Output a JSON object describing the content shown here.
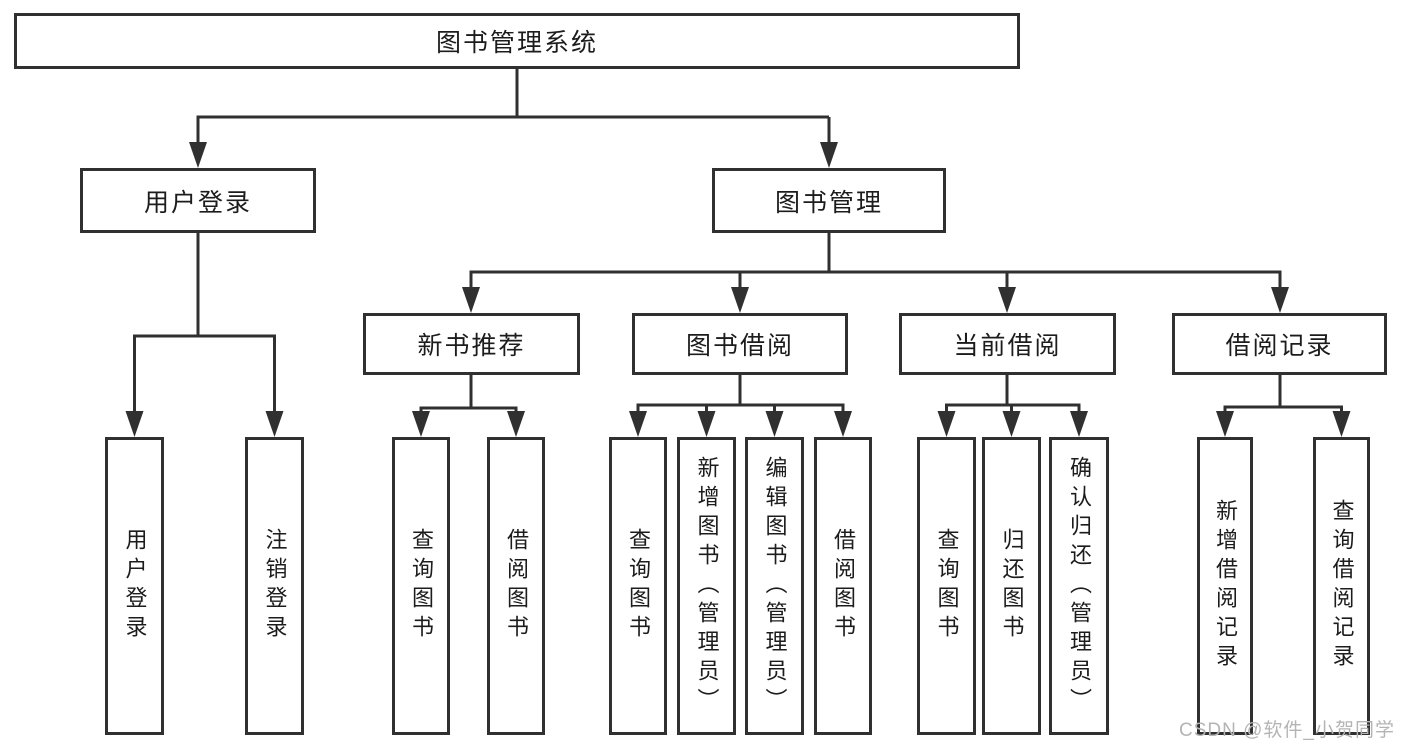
{
  "diagram": {
    "type": "hierarchy",
    "tree": {
      "label": "图书管理系统",
      "children": [
        {
          "label": "用户登录",
          "children": [
            {
              "label": "用户登录"
            },
            {
              "label": "注销登录"
            }
          ]
        },
        {
          "label": "图书管理",
          "children": [
            {
              "label": "新书推荐",
              "children": [
                {
                  "label": "查询图书"
                },
                {
                  "label": "借阅图书"
                }
              ]
            },
            {
              "label": "图书借阅",
              "children": [
                {
                  "label": "查询图书"
                },
                {
                  "label": "新增图书（管理员）"
                },
                {
                  "label": "编辑图书（管理员）"
                },
                {
                  "label": "借阅图书"
                }
              ]
            },
            {
              "label": "当前借阅",
              "children": [
                {
                  "label": "查询图书"
                },
                {
                  "label": "归还图书"
                },
                {
                  "label": "确认归还（管理员）"
                }
              ]
            },
            {
              "label": "借阅记录",
              "children": [
                {
                  "label": "新增借阅记录"
                },
                {
                  "label": "查询借阅记录"
                }
              ]
            }
          ]
        }
      ]
    }
  },
  "colors": {
    "line": "#303030",
    "text": "#1c1c1c",
    "background": "#ffffff",
    "watermark": "#b4b4b4"
  },
  "watermark": {
    "text": "CSDN @软件_小贺同学"
  }
}
